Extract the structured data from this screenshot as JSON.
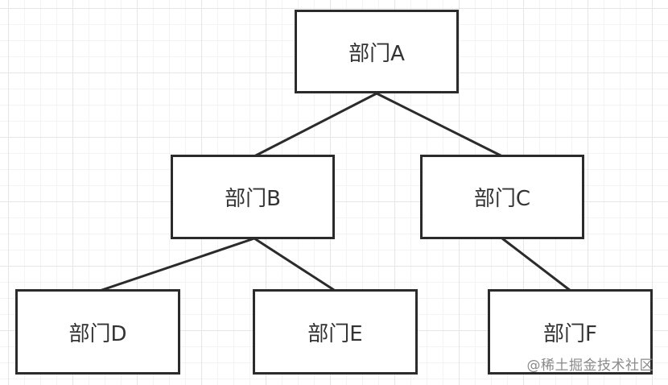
{
  "nodes": [
    {
      "id": "a",
      "label": "部门A"
    },
    {
      "id": "b",
      "label": "部门B"
    },
    {
      "id": "c",
      "label": "部门C"
    },
    {
      "id": "d",
      "label": "部门D"
    },
    {
      "id": "e",
      "label": "部门E"
    },
    {
      "id": "f",
      "label": "部门F"
    }
  ],
  "edges": [
    {
      "from": "a",
      "to": "b"
    },
    {
      "from": "a",
      "to": "c"
    },
    {
      "from": "b",
      "to": "d"
    },
    {
      "from": "b",
      "to": "e"
    },
    {
      "from": "c",
      "to": "f"
    }
  ],
  "watermark": "@稀土掘金技术社区",
  "colors": {
    "border": "#2b2b2b",
    "text": "#333333",
    "grid": "#e6e6e6",
    "watermark": "#8a8a8a"
  }
}
